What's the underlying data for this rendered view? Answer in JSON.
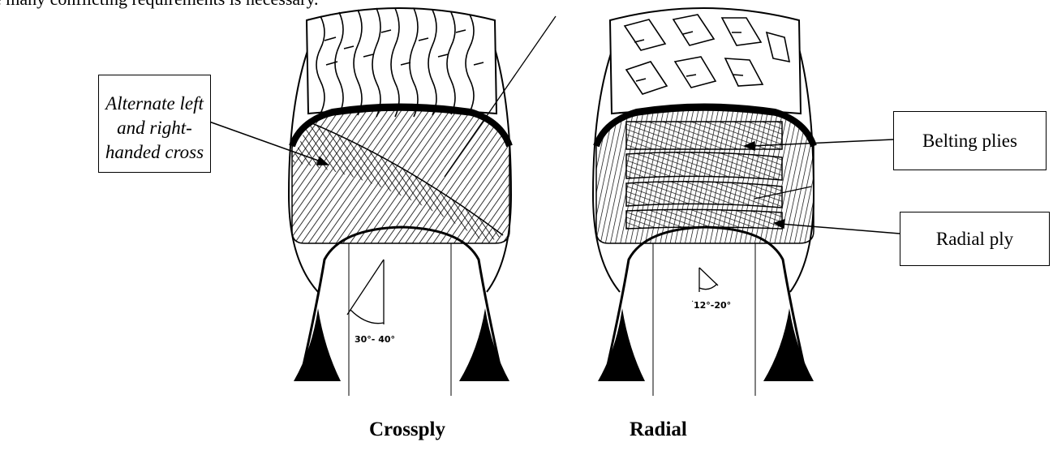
{
  "top_text": "e many conflicting requirements is necessary.",
  "callouts": {
    "left_lines": [
      "Alternate left",
      "and right-",
      "handed cross"
    ],
    "belting": "Belting plies",
    "radial": "Radial ply"
  },
  "angles": {
    "crossply": "30°- 40°",
    "radial": "12°-20°"
  },
  "captions": {
    "crossply": "Crossply",
    "radial": "Radial"
  }
}
